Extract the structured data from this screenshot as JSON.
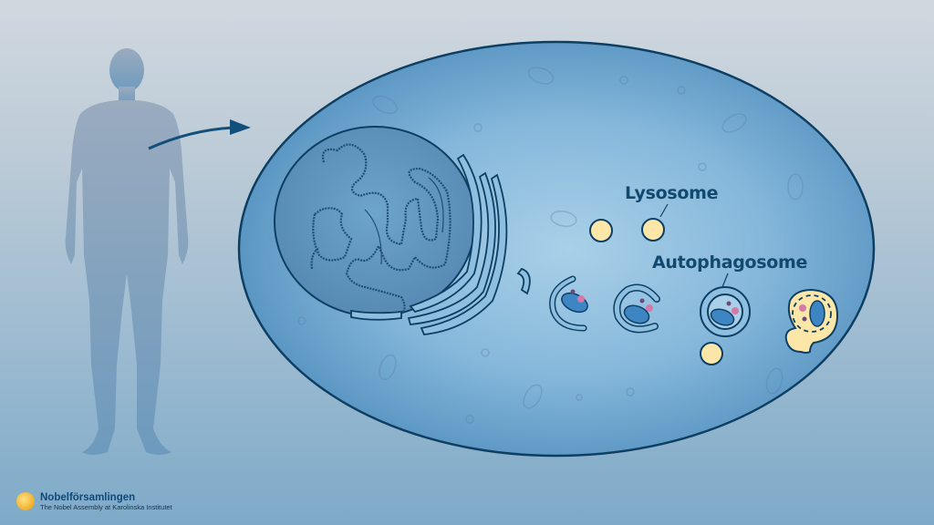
{
  "diagram": {
    "subject": "Autophagy in a human cell",
    "labels": {
      "lysosome": "Lysosome",
      "autophagosome": "Autophagosome"
    },
    "elements": [
      "human-body-silhouette",
      "arrow-body-to-cell",
      "cell-membrane",
      "nucleus-with-dna",
      "endoplasmic-reticulum",
      "lysosomes",
      "forming-phagophore",
      "closing-phagophore",
      "autophagosome",
      "autolysosome"
    ],
    "stages": [
      "phagophore-stage-1",
      "phagophore-stage-2",
      "autophagosome",
      "autolysosome"
    ]
  },
  "colors": {
    "background_top": "#d0d8df",
    "background_bottom": "#7eaac8",
    "cell_fill": "#5f9dc8",
    "cell_fill_light": "#9ec8e3",
    "cell_outline": "#0e3f63",
    "nucleus_fill": "#5d94bd",
    "lysosome_fill": "#fde7a8",
    "mitochondrion": "#3d86c3",
    "protein_pink": "#d47aa8",
    "protein_purple": "#6a4a7a",
    "label_text": "#124a6f",
    "body_silhouette": "#8da6bf"
  },
  "footer": {
    "logo_title": "Nobelförsamlingen",
    "logo_subtitle": "The Nobel Assembly at Karolinska Institutet"
  }
}
